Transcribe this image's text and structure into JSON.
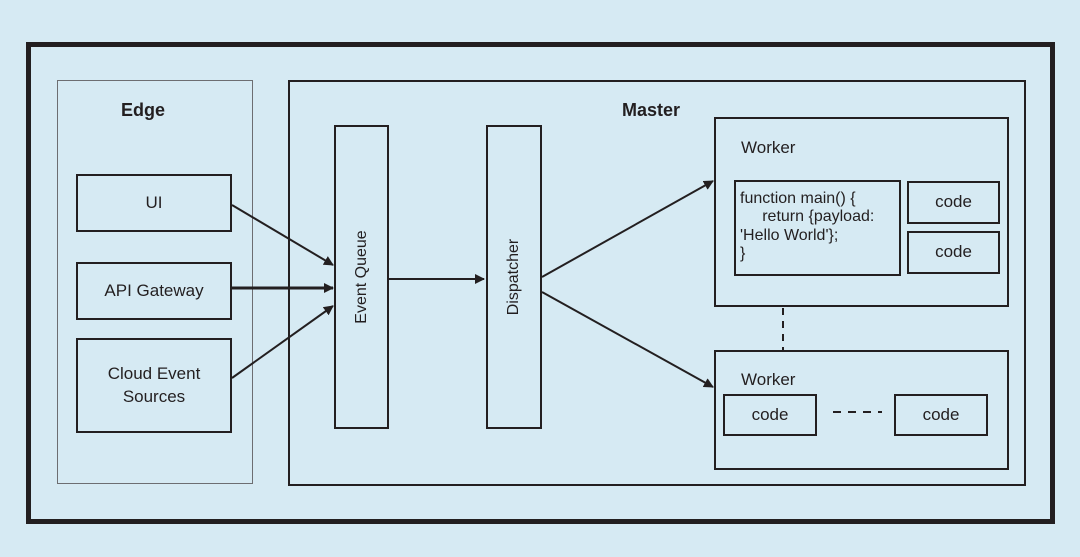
{
  "edge": {
    "title": "Edge",
    "items": [
      "UI",
      "API Gateway",
      "Cloud Event\nSources"
    ]
  },
  "master": {
    "title": "Master",
    "event_queue_label": "Event Queue",
    "dispatcher_label": "Dispatcher"
  },
  "worker_top": {
    "title": "Worker",
    "function_code": "function main() {\n     return {payload:\n'Hello World'};\n}",
    "code_boxes": [
      "code",
      "code"
    ]
  },
  "worker_bottom": {
    "title": "Worker",
    "code_boxes": [
      "code",
      "code"
    ]
  },
  "colors": {
    "background": "#d6eaf3",
    "stroke": "#231f20"
  }
}
